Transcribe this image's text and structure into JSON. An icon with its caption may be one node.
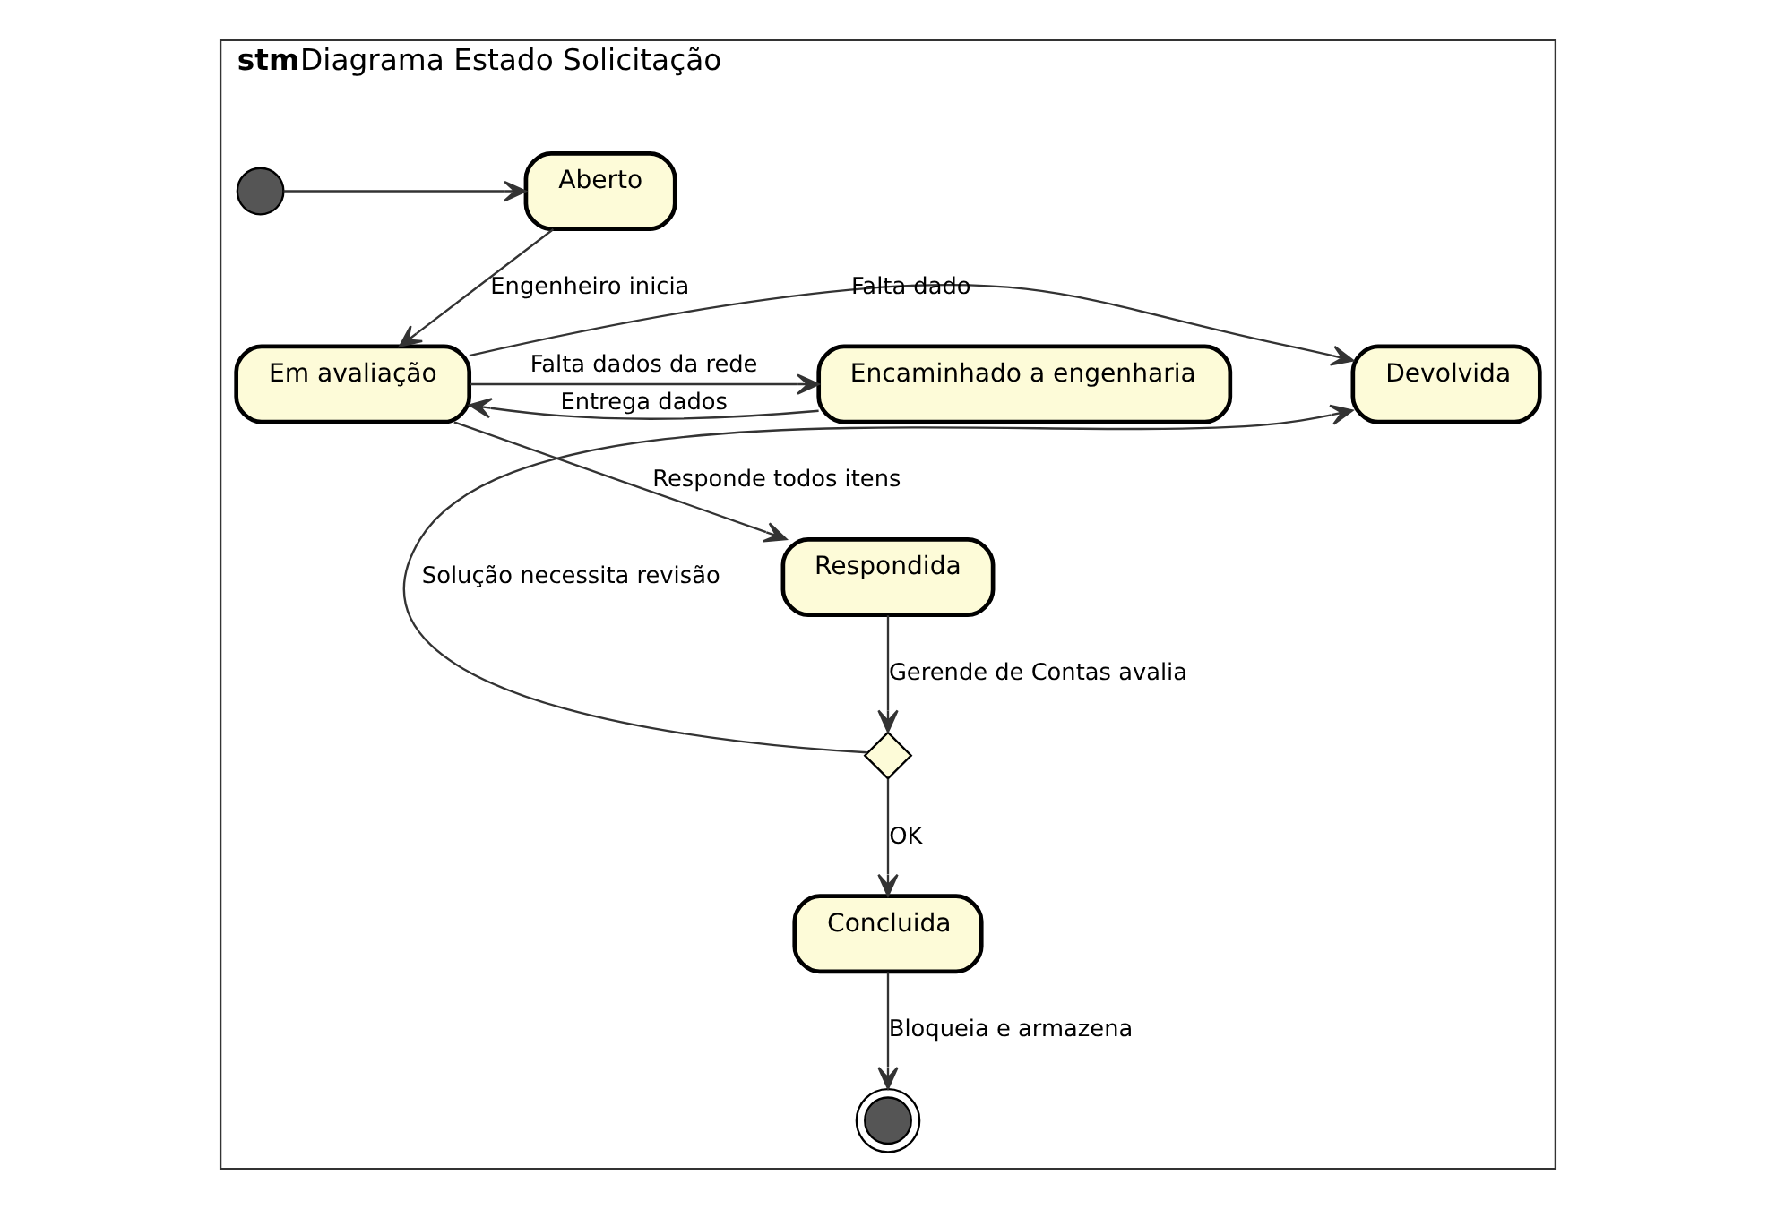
{
  "diagram": {
    "nodes": [
      {
        "text": [
          "stm",
          "Diagrama Estado Solicitação"
        ]
      },
      {
        "text": [],
        "shape": "circle",
        "in": 0
      },
      {
        "text": [
          "Aberto"
        ],
        "in": 0
      },
      {
        "text": [
          "Em avaliação"
        ],
        "in": 0
      },
      {
        "text": [
          "Devolvida"
        ],
        "in": 0
      },
      {
        "text": [
          "Encaminhado a engenharia"
        ],
        "in": 0
      },
      {
        "text": [
          "Respondida"
        ],
        "in": 0
      },
      {
        "text": [],
        "shape": "diamond",
        "in": 0
      },
      {
        "text": [
          "Concluida"
        ],
        "in": 0
      },
      {
        "text": [],
        "shape": "circle",
        "in": 0
      }
    ],
    "edges": [
      {
        "from": 1,
        "to": 2,
        "arrow": "to"
      },
      {
        "from": 2,
        "to": 3,
        "arrow": "to",
        "label": "Engenheiro inicia"
      },
      {
        "from": 3,
        "to": 4,
        "arrow": "to",
        "label": "Falta dado"
      },
      {
        "from": 3,
        "to": 5,
        "arrow": "to",
        "label": "Falta dados da rede"
      },
      {
        "from": 5,
        "to": 3,
        "arrow": "to",
        "label": "Entrega dados"
      },
      {
        "from": 3,
        "to": 6,
        "arrow": "to",
        "label": "Responde todos itens"
      },
      {
        "from": 6,
        "to": 7,
        "arrow": "to",
        "label": "Gerende de Contas avalia"
      },
      {
        "from": 7,
        "to": 4,
        "arrow": "to",
        "label": "Solução necessita revisão"
      },
      {
        "from": 7,
        "to": 8,
        "arrow": "to",
        "label": "OK"
      },
      {
        "from": 8,
        "to": 9,
        "arrow": "to",
        "label": "Bloqueia e armazena"
      }
    ]
  }
}
